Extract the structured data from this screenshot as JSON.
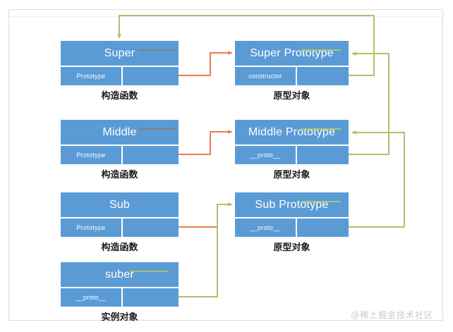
{
  "diagram": {
    "title": "JavaScript prototype chain diagram",
    "colors": {
      "box_fill": "#5b9bd5",
      "box_text": "#ffffff",
      "orange_arrow": "#ed7d4e",
      "green_arrow": "#a9c46c",
      "grey_stub": "#7f7f7f",
      "frame_border": "#dcdcdc",
      "caption_text": "#1a1a1a",
      "watermark_text": "#c9c9c9"
    },
    "nodes": [
      {
        "id": "super-ctor",
        "title": "Super",
        "slot_label": "Prototype",
        "value_label": "",
        "caption": "构造函数"
      },
      {
        "id": "super-proto",
        "title": "Super Prototype",
        "slot_label": "constructor",
        "value_label": "",
        "caption": "原型对象"
      },
      {
        "id": "middle-ctor",
        "title": "Middle",
        "slot_label": "Prototype",
        "value_label": "",
        "caption": "构造函数"
      },
      {
        "id": "middle-proto",
        "title": "Middle Prototype",
        "slot_label": "__proto__",
        "value_label": "",
        "caption": "原型对象"
      },
      {
        "id": "sub-ctor",
        "title": "Sub",
        "slot_label": "Prototype",
        "value_label": "",
        "caption": "构造函数"
      },
      {
        "id": "sub-proto",
        "title": "Sub Prototype",
        "slot_label": "__proto__",
        "value_label": "",
        "caption": "原型对象"
      },
      {
        "id": "suber-instance",
        "title": "suber",
        "slot_label": "__proto__",
        "value_label": "",
        "caption": "实例对象"
      }
    ],
    "edges": [
      {
        "id": "e1",
        "from": "super-ctor.Prototype",
        "to": "super-proto",
        "color": "orange",
        "kind": "prototype-link"
      },
      {
        "id": "e2",
        "from": "middle-ctor.Prototype",
        "to": "middle-proto",
        "color": "orange",
        "kind": "prototype-link"
      },
      {
        "id": "e3",
        "from": "sub-ctor.Prototype",
        "to": "sub-proto",
        "color": "orange",
        "kind": "prototype-link"
      },
      {
        "id": "e4",
        "from": "super-proto.constructor",
        "to": "super-ctor",
        "color": "green",
        "kind": "constructor-link"
      },
      {
        "id": "e5",
        "from": "middle-proto.__proto__",
        "to": "super-proto",
        "color": "green",
        "kind": "proto-chain"
      },
      {
        "id": "e6",
        "from": "sub-proto.__proto__",
        "to": "middle-proto",
        "color": "green",
        "kind": "proto-chain"
      },
      {
        "id": "e7",
        "from": "suber-instance.__proto__",
        "to": "sub-proto",
        "color": "green",
        "kind": "proto-chain"
      }
    ],
    "watermark": "@稀土掘金技术社区"
  }
}
